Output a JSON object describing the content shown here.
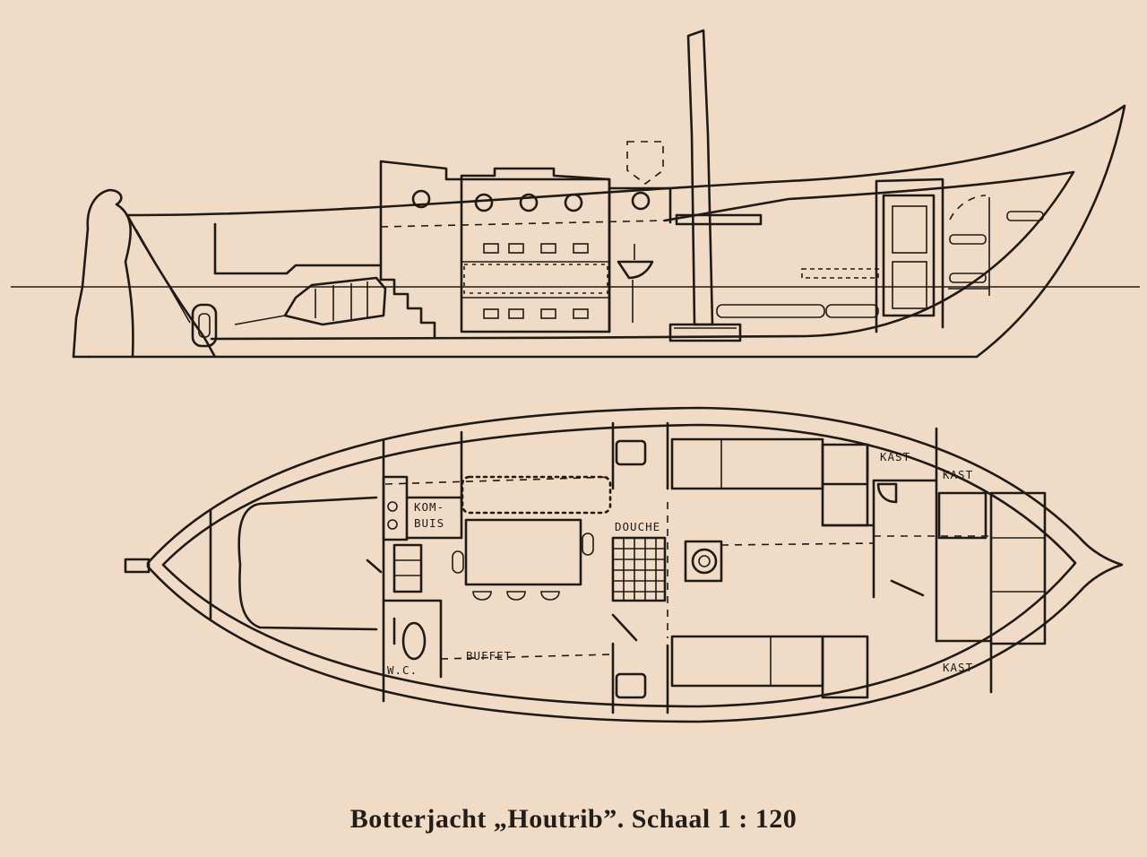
{
  "caption": "Botterjacht „Houtrib”. Schaal  1 : 120",
  "labels": {
    "kombuis_1": "KOM-",
    "kombuis_2": "BUIS",
    "douche": "DOUCHE",
    "buffet": "BUFFET",
    "wc": "W.C.",
    "kast_top_left": "KAST",
    "kast_top_right": "KAST",
    "kast_bottom": "KAST"
  },
  "colors": {
    "paper": "#f0dcc6",
    "ink": "#1f1a16"
  }
}
